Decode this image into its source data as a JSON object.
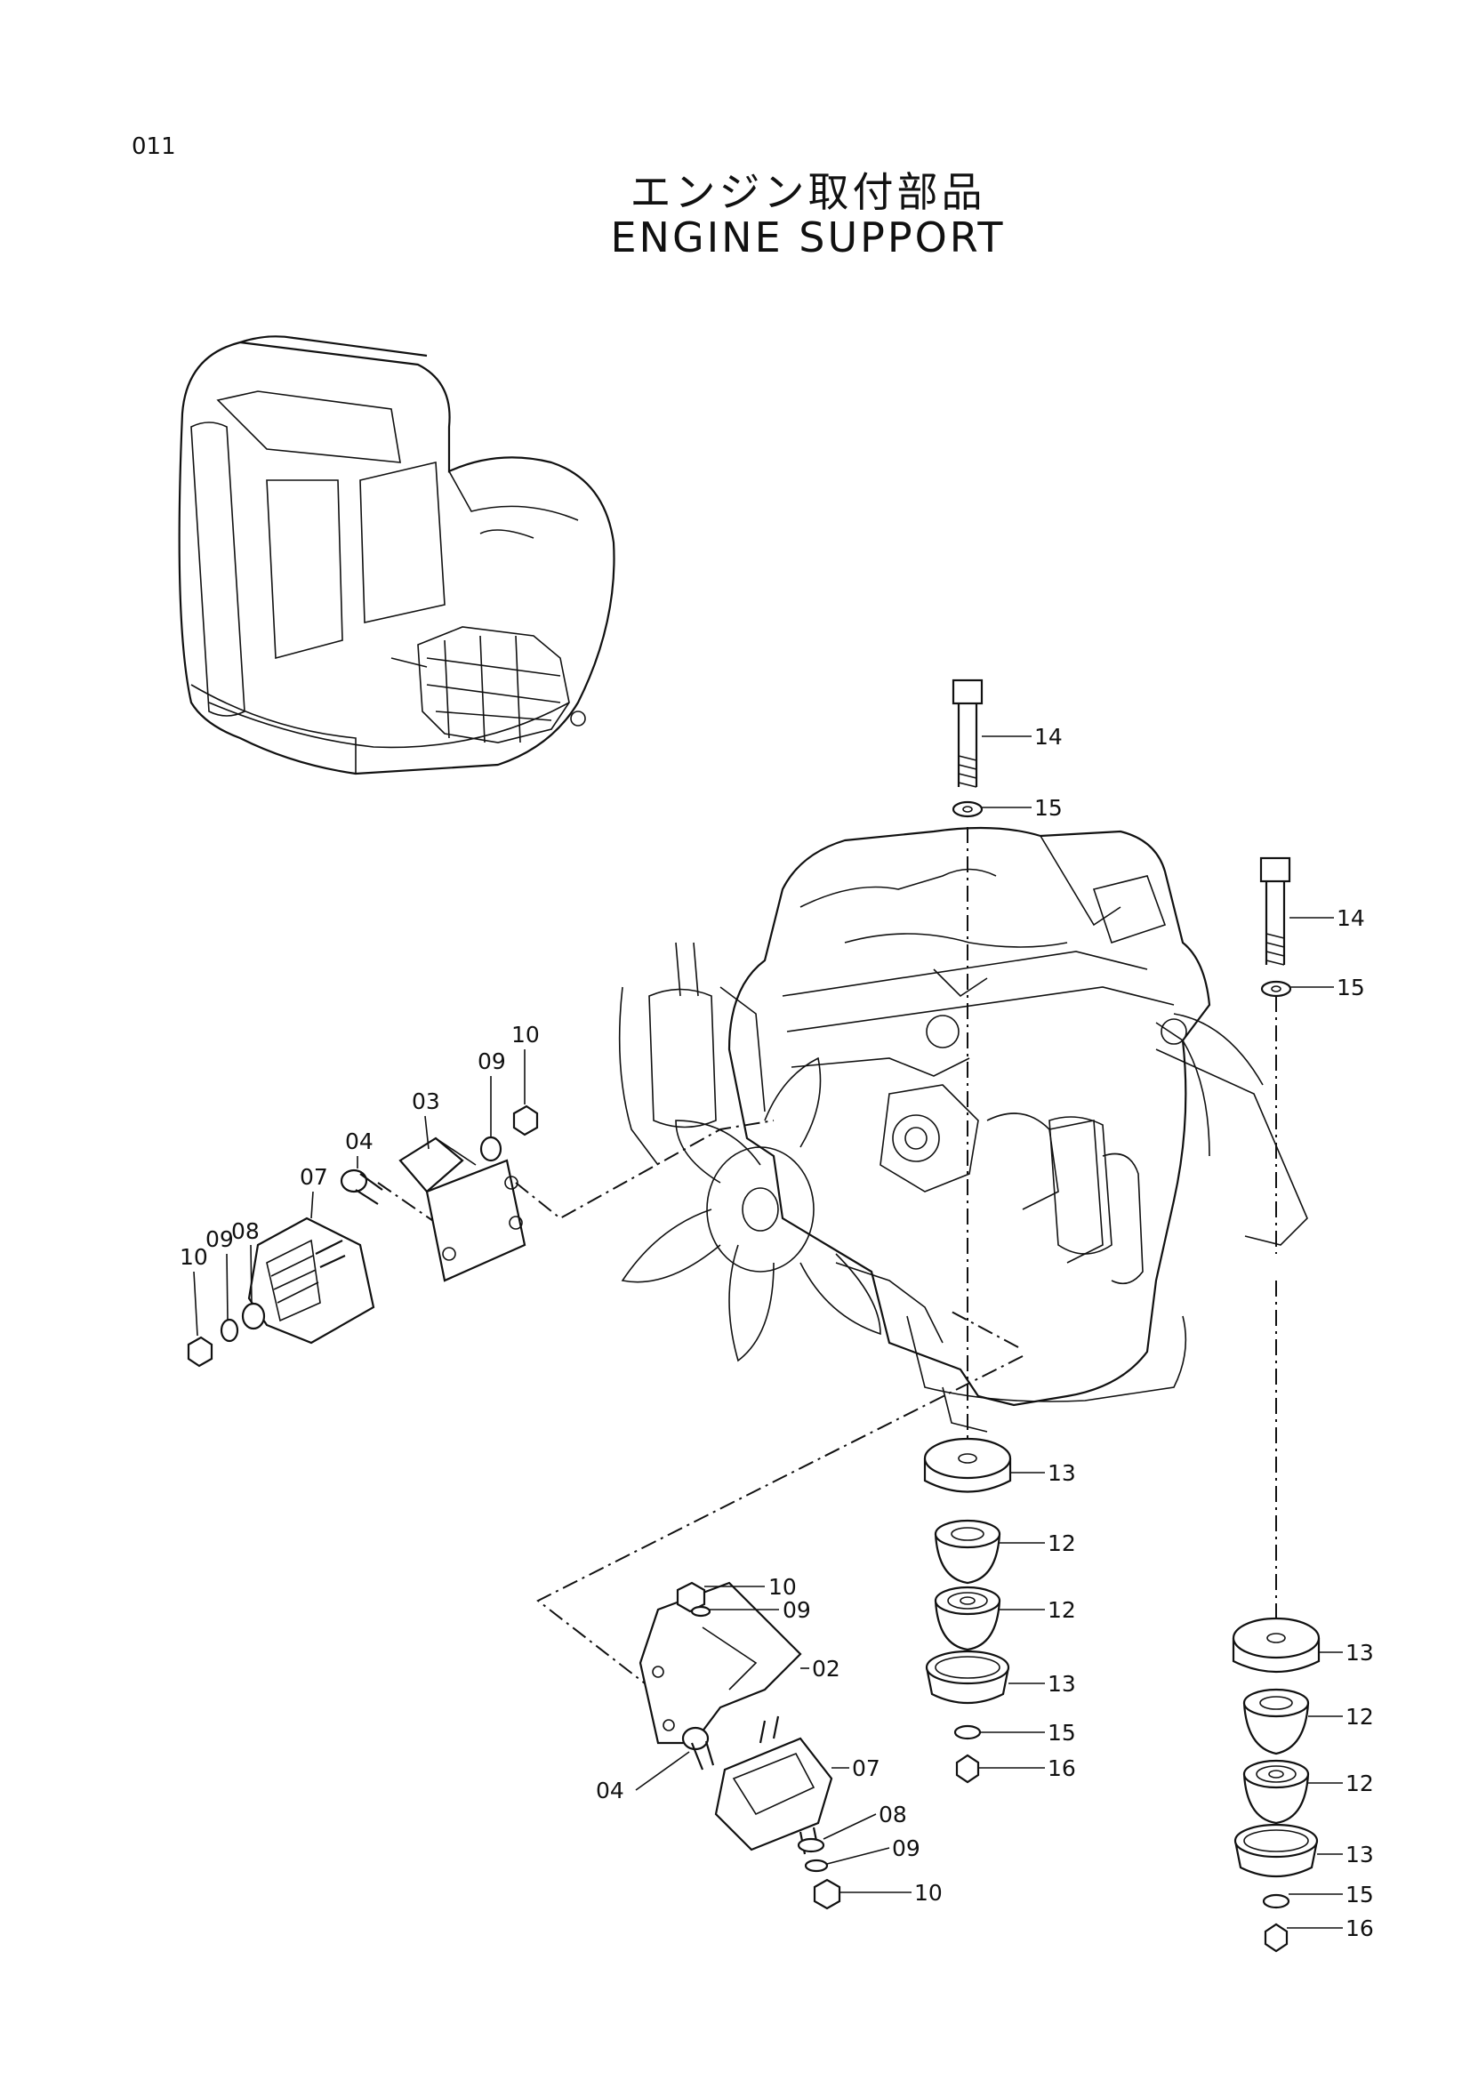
{
  "page": {
    "number": "011"
  },
  "title": {
    "japanese": "エンジン取付部品",
    "english": "ENGINE SUPPORT"
  },
  "callouts": [
    {
      "id": "c14a",
      "text": "14"
    },
    {
      "id": "c15a",
      "text": "15"
    },
    {
      "id": "c14b",
      "text": "14"
    },
    {
      "id": "c15b",
      "text": "15"
    },
    {
      "id": "c10a",
      "text": "10"
    },
    {
      "id": "c09a",
      "text": "09"
    },
    {
      "id": "c03",
      "text": "03"
    },
    {
      "id": "c04a",
      "text": "04"
    },
    {
      "id": "c07a",
      "text": "07"
    },
    {
      "id": "c08a",
      "text": "08"
    },
    {
      "id": "c09b",
      "text": "09"
    },
    {
      "id": "c10b",
      "text": "10"
    },
    {
      "id": "c13a",
      "text": "13"
    },
    {
      "id": "c12a",
      "text": "12"
    },
    {
      "id": "c12b",
      "text": "12"
    },
    {
      "id": "c13b",
      "text": "13"
    },
    {
      "id": "c15c",
      "text": "15"
    },
    {
      "id": "c16a",
      "text": "16"
    },
    {
      "id": "c10c",
      "text": "10"
    },
    {
      "id": "c09c",
      "text": "09"
    },
    {
      "id": "c02",
      "text": "02"
    },
    {
      "id": "c07b",
      "text": "07"
    },
    {
      "id": "c04b",
      "text": "04"
    },
    {
      "id": "c08b",
      "text": "08"
    },
    {
      "id": "c09d",
      "text": "09"
    },
    {
      "id": "c10d",
      "text": "10"
    },
    {
      "id": "c13c",
      "text": "13"
    },
    {
      "id": "c12c",
      "text": "12"
    },
    {
      "id": "c12d",
      "text": "12"
    },
    {
      "id": "c13d",
      "text": "13"
    },
    {
      "id": "c15d",
      "text": "15"
    },
    {
      "id": "c16b",
      "text": "16"
    }
  ]
}
